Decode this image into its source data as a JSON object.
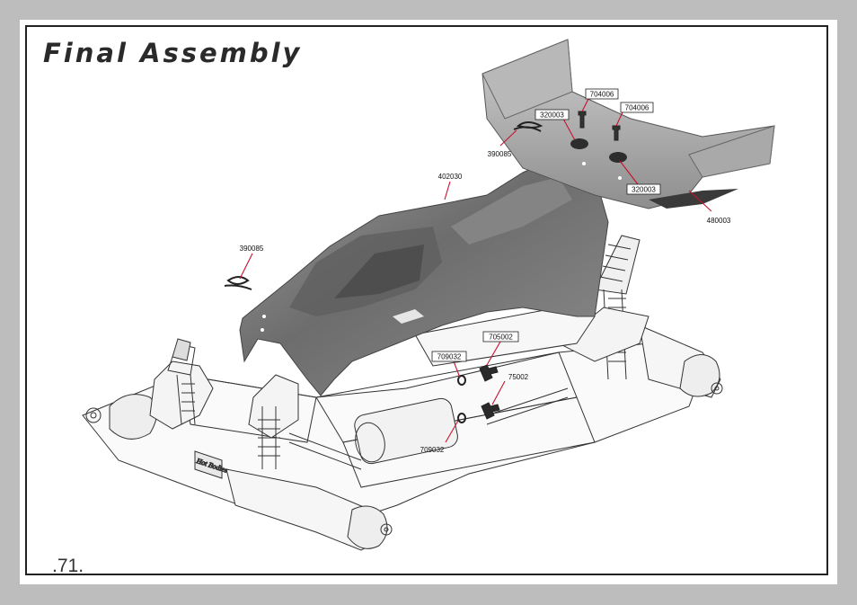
{
  "page": {
    "title": "Final Assembly",
    "page_number": ".71."
  },
  "callouts": [
    {
      "id": "wing-button-head-screw-a",
      "part": "704006"
    },
    {
      "id": "wing-washer-a",
      "part": "320003"
    },
    {
      "id": "wing-button-head-screw-b",
      "part": "704006"
    },
    {
      "id": "wing-body-clip",
      "part": "390085"
    },
    {
      "id": "wing-washer-b",
      "part": "320003"
    },
    {
      "id": "rear-wing",
      "part": "480003"
    },
    {
      "id": "body-shell",
      "part": "402030"
    },
    {
      "id": "front-body-clip",
      "part": "390085"
    },
    {
      "id": "body-mount-screw-a",
      "part": "705002"
    },
    {
      "id": "body-mount-washer-a",
      "part": "709032"
    },
    {
      "id": "body-mount-screw-b",
      "part": "75002"
    },
    {
      "id": "body-mount-washer-b",
      "part": "709032"
    }
  ],
  "colors": {
    "background": "#bdbdbd",
    "sheet": "#ffffff",
    "leader_line": "#c8102e",
    "body_shell": "#7a7a7a"
  }
}
